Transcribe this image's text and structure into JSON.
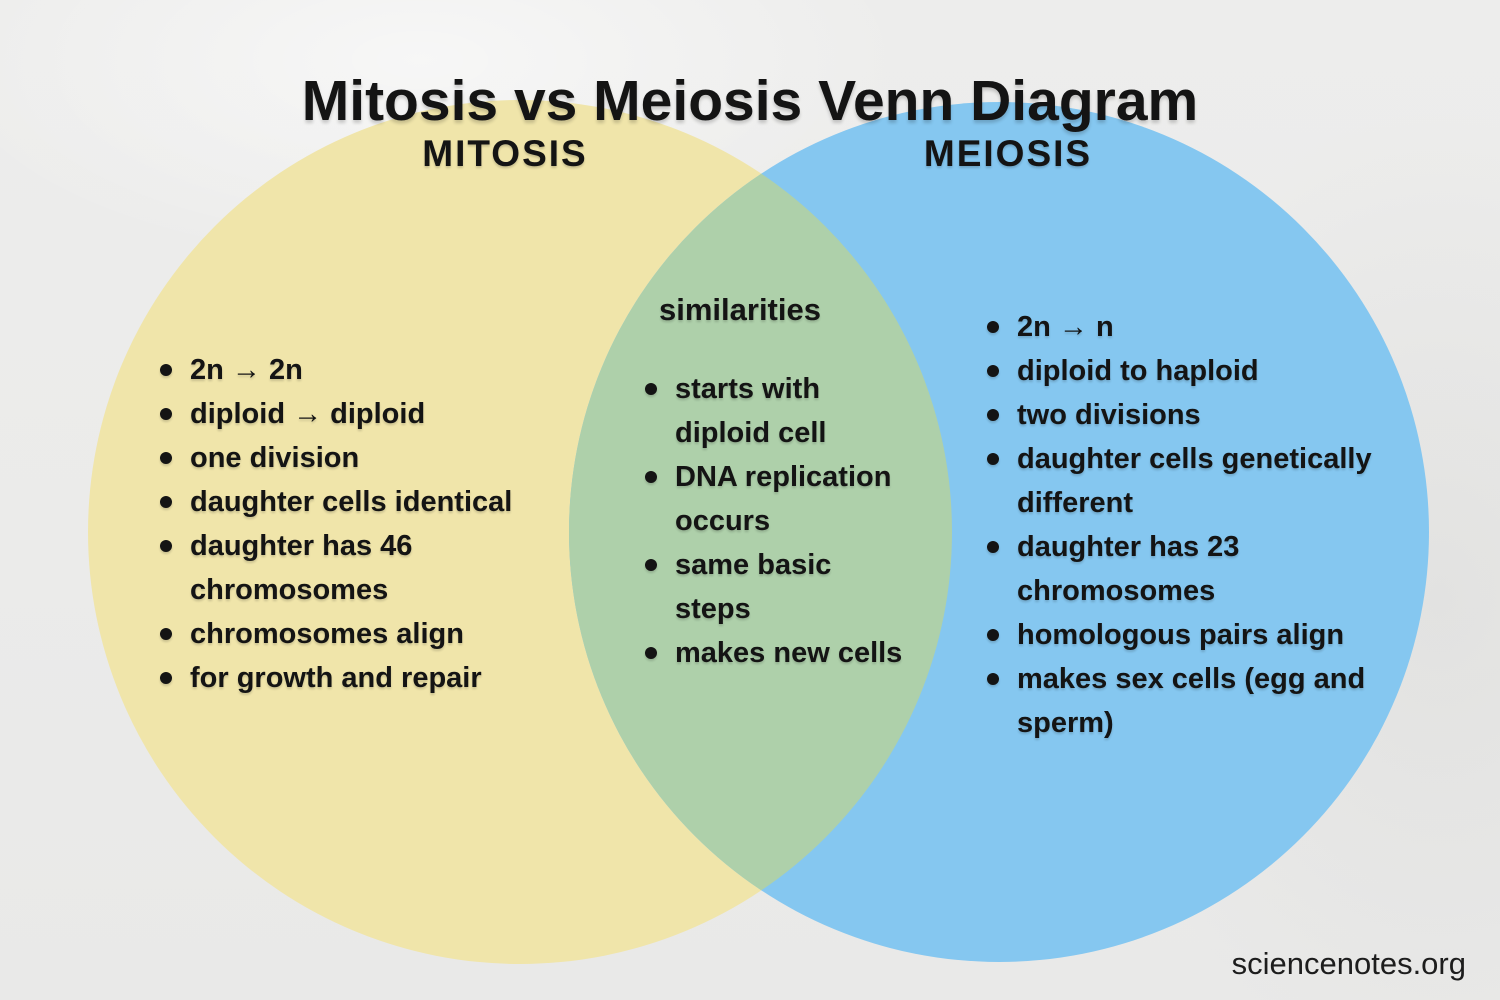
{
  "title": "Mitosis vs Meiosis Venn Diagram",
  "watermark": "sciencenotes.org",
  "colors": {
    "background": "#ebebea",
    "left_circle": "#f0e5aa",
    "right_circle": "#85c7f0",
    "overlap": "#aed0aa",
    "text": "#141414"
  },
  "venn": {
    "left": {
      "label": "MITOSIS",
      "items": [
        "2n → 2n",
        "diploid → diploid",
        "one division",
        "daughter cells identical",
        "daughter has 46\nchromosomes",
        "chromosomes align",
        "for growth and repair"
      ]
    },
    "middle": {
      "label": "similarities",
      "items": [
        "starts with\ndiploid cell",
        "DNA replication\noccurs",
        "same basic\nsteps",
        "makes new cells"
      ]
    },
    "right": {
      "label": "MEIOSIS",
      "items": [
        "2n → n",
        "diploid to haploid",
        "two divisions",
        "daughter cells genetically\ndifferent",
        "daughter has 23\nchromosomes",
        "homologous pairs align",
        "makes sex cells (egg and\nsperm)"
      ]
    }
  }
}
